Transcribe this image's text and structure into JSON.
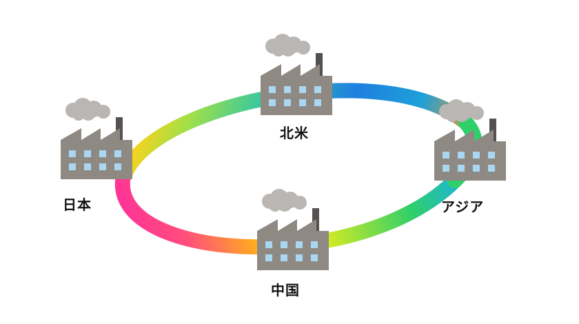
{
  "diagram": {
    "nodes": [
      {
        "id": "north-america",
        "label": "北米"
      },
      {
        "id": "japan",
        "label": "日本"
      },
      {
        "id": "asia",
        "label": "アジア"
      },
      {
        "id": "china",
        "label": "中国"
      }
    ],
    "connector": {
      "shape": "ring",
      "gradient_colors": [
        "#1f6fe6",
        "#1fb8c9",
        "#2fcf6a",
        "#e8ee1a",
        "#ffb31a",
        "#ff4f7a",
        "#ff2f9c"
      ]
    },
    "icon_colors": {
      "building": "#8f8984",
      "window": "#a9d7f2",
      "smoke": "#b9b6b3",
      "chimney": "#555150"
    }
  }
}
